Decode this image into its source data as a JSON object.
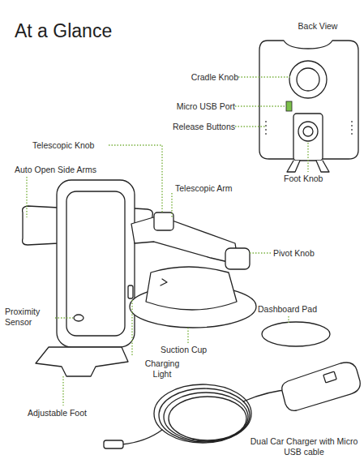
{
  "diagram": {
    "title": "At a Glance",
    "labels": [
      "Back View",
      "Cradle Knob",
      "Micro USB Port",
      "Release Buttons",
      "Foot Knob",
      "Telescopic Knob",
      "Auto Open Side Arms",
      "Telescopic Arm",
      "Pivot Knob",
      "Proximity Sensor",
      "Dashboard Pad",
      "Suction Cup",
      "Charging Light",
      "Adjustable Foot",
      "Dual Car Charger with Micro USB cable"
    ]
  }
}
